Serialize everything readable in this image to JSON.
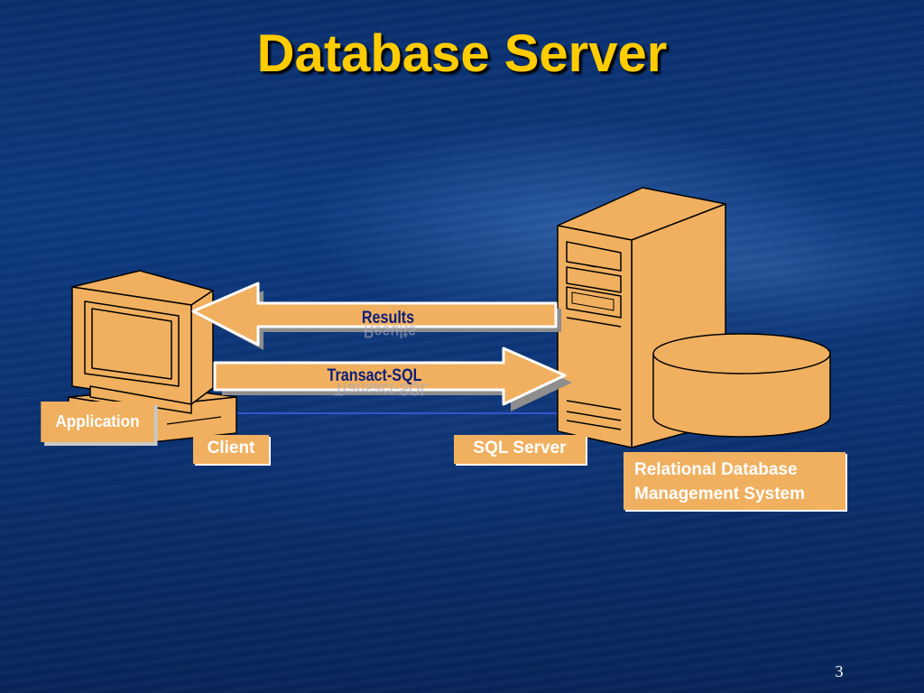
{
  "slide": {
    "title": "Database Server",
    "page_number": "3"
  },
  "diagram": {
    "arrows": {
      "results": "Results",
      "transact_sql": "Transact-SQL"
    },
    "labels": {
      "application": "Application",
      "client": "Client",
      "sql_server": "SQL Server",
      "rdbms_line1": "Relational Database",
      "rdbms_line2": "Management System"
    }
  },
  "colors": {
    "title": "#ffcc00",
    "shape_fill": "#f0b060",
    "arrow_text": "#0b1f7a",
    "background": "#0b3476"
  }
}
